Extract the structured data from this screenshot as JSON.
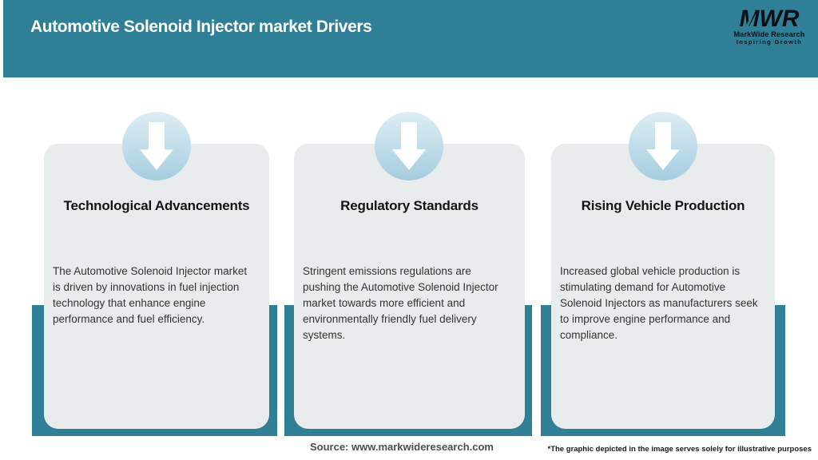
{
  "header": {
    "title": "Automotive Solenoid Injector market Drivers",
    "logo": {
      "acronym": "MWR",
      "name": "MarkWide Research",
      "tagline": "Inspiring Growth"
    }
  },
  "cards": [
    {
      "title": "Technological Advancements",
      "icon": "down-arrow-icon",
      "body_lines": [
        "The Automotive Solenoid Injector market",
        "is driven by innovations in fuel injection",
        "technology that enhance engine",
        "performance and fuel efficiency."
      ]
    },
    {
      "title": "Regulatory Standards",
      "icon": "down-arrow-icon",
      "body_lines": [
        "Stringent emissions regulations are",
        "pushing the Automotive Solenoid Injector",
        "market towards more efficient and",
        "environmentally friendly fuel delivery",
        "systems."
      ]
    },
    {
      "title": "Rising Vehicle Production",
      "icon": "down-arrow-icon",
      "body_lines": [
        "Increased global vehicle production is",
        "stimulating demand for Automotive",
        "Solenoid Injectors as manufacturers seek",
        "to improve engine performance and",
        "compliance."
      ]
    }
  ],
  "footer": {
    "source": "Source: www.markwideresearch.com",
    "disclaimer": "*The graphic depicted in the image serves solely for illustrative purposes"
  },
  "colors": {
    "teal": "#2f8096",
    "card-bg": "#e9ecec",
    "circle-top": "#ddeef4",
    "circle-bottom": "#a5cddf",
    "ink": "#141414",
    "body-ink": "#333333",
    "source-ink": "#4d4d4d"
  }
}
